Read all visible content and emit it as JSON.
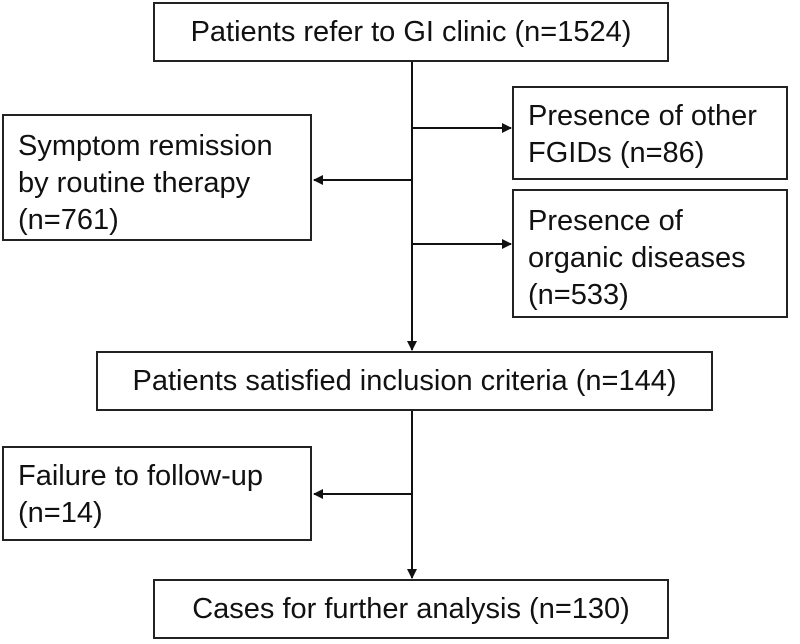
{
  "flowchart": {
    "start": {
      "text": "Patients refer to GI clinic (n=1524)"
    },
    "other_fgids": {
      "lines": [
        "Presence of other",
        "FGIDs (n=86)"
      ]
    },
    "remission": {
      "lines": [
        "Symptom remission",
        "by routine therapy",
        "(n=761)"
      ]
    },
    "organic": {
      "lines": [
        "Presence of",
        "organic diseases",
        "(n=533)"
      ]
    },
    "inclusion": {
      "text": "Patients satisfied inclusion criteria (n=144)"
    },
    "failure": {
      "lines": [
        "Failure to follow-up",
        "(n=14)"
      ]
    },
    "final": {
      "text": "Cases for further analysis (n=130)"
    }
  }
}
